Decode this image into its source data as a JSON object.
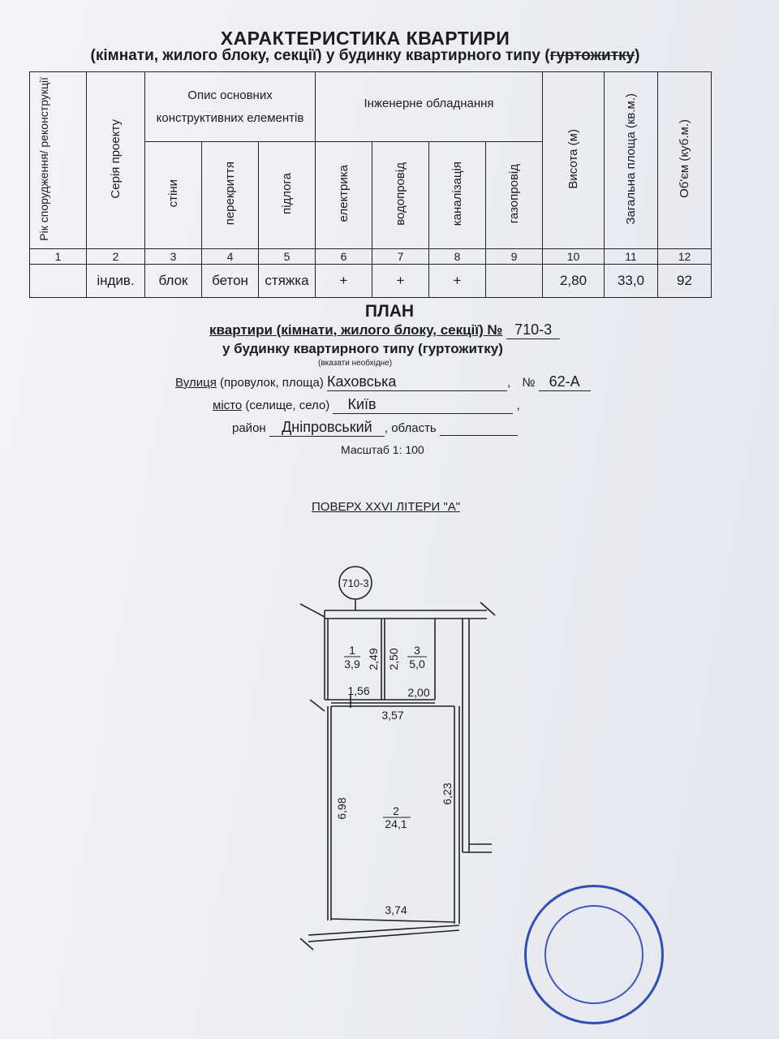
{
  "header": {
    "title": "ХАРАКТЕРИСТИКА КВАРТИРИ",
    "subtitle_main": "(кімнати, жилого блоку, секції) у будинку квартирного типу (",
    "subtitle_struck": "гуртожитку",
    "subtitle_end": ")"
  },
  "table": {
    "col1": "Рік спорудження/ реконструкції",
    "col2": "Серія проекту",
    "group_construct": "Опис основних конструктивних елементів",
    "group_engineering": "Інженерне обладнання",
    "walls": "стіни",
    "floors_slab": "перекриття",
    "floor": "підлога",
    "electric": "електрика",
    "water": "водопровід",
    "sewer": "каналізація",
    "gas": "газопровід",
    "height": "Висота (м)",
    "area": "Загальна площа (кв.м.)",
    "volume": "Об'єм (куб.м.)",
    "numbers": [
      "1",
      "2",
      "3",
      "4",
      "5",
      "6",
      "7",
      "8",
      "9",
      "10",
      "11",
      "12"
    ],
    "values": [
      "",
      "індив.",
      "блок",
      "бетон",
      "стяжка",
      "+",
      "+",
      "+",
      "",
      "2,80",
      "33,0",
      "92"
    ]
  },
  "plan": {
    "title": "ПЛАН",
    "line1_label": "квартири (кімнати, жилого блоку, секції) №",
    "line1_value": "710-3",
    "line2": "у будинку квартирного типу (гуртожитку)",
    "hint": "(вказати необхідне)",
    "street_label": "Вулиця",
    "street_rest": " (провулок, площа)",
    "street_value": "Каховська",
    "number_label": "№",
    "number_value": "62-А",
    "city_label": "місто",
    "city_rest": " (селище, село)",
    "city_value": "Київ",
    "district_label": "район",
    "district_value": "Дніпровський",
    "region_label": ", область",
    "scale": "Масштаб 1: 100",
    "floor_label": "ПОВЕРХ XXVI ЛІТЕРИ \"А\""
  },
  "drawing": {
    "apartment_no": "710-3",
    "room1_no": "1",
    "room1_area": "3,9",
    "room3_no": "3",
    "room3_area": "5,0",
    "room2_no": "2",
    "room2_area": "24,1",
    "dim_249": "2,49",
    "dim_250": "2,50",
    "dim_156": "1,56",
    "dim_200": "2,00",
    "dim_357": "3,57",
    "dim_698": "6,98",
    "dim_623": "6,23",
    "dim_374": "3,74"
  }
}
